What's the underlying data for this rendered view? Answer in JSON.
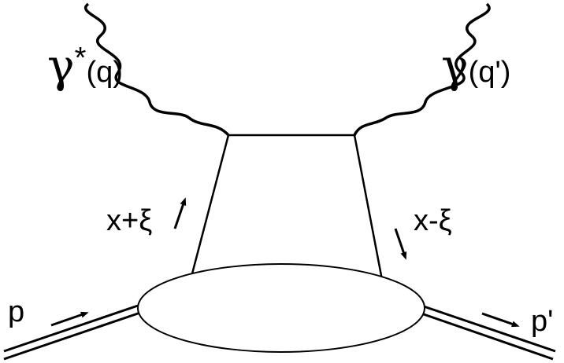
{
  "diagram": {
    "incoming_photon": {
      "symbol": "γ",
      "superscript": "*",
      "momentum": "(q)"
    },
    "outgoing_photon": {
      "symbol": "γ",
      "momentum": "(q')"
    },
    "left_quark_momentum": "x+ξ",
    "right_quark_momentum": "x-ξ",
    "incoming_proton": "p",
    "outgoing_proton": "p'"
  },
  "colors": {
    "line": "#000000",
    "background": "#ffffff"
  }
}
